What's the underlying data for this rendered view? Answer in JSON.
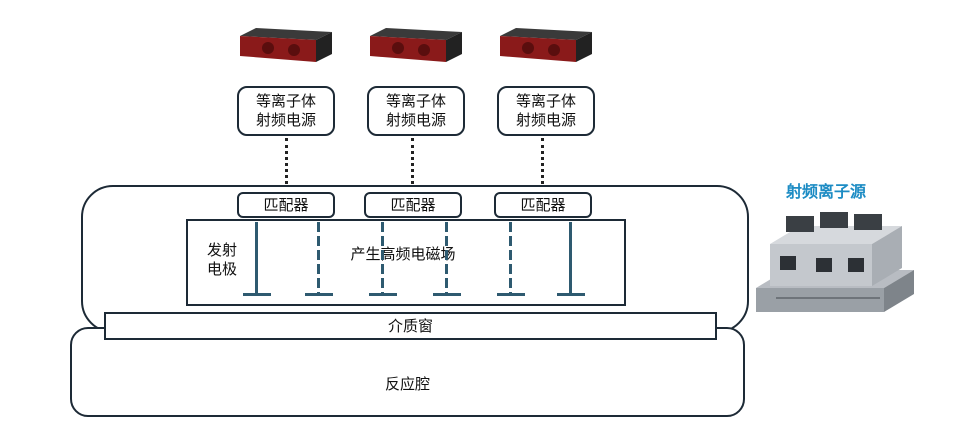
{
  "power_supplies": [
    {
      "label": "等离子体\n射频电源"
    },
    {
      "label": "等离子体\n射频电源"
    },
    {
      "label": "等离子体\n射频电源"
    }
  ],
  "matchers": [
    "匹配器",
    "匹配器",
    "匹配器"
  ],
  "electrode_label": "发射\n电极",
  "field_label": "产生高频电磁场",
  "dielectric_window": "介质窗",
  "reaction_chamber": "反应腔",
  "source_title": "射频离子源",
  "colors": {
    "border": "#1d2a36",
    "electrode": "#2e5a70",
    "title": "#1d8cc4",
    "psu_face": "#8a1a1a"
  }
}
